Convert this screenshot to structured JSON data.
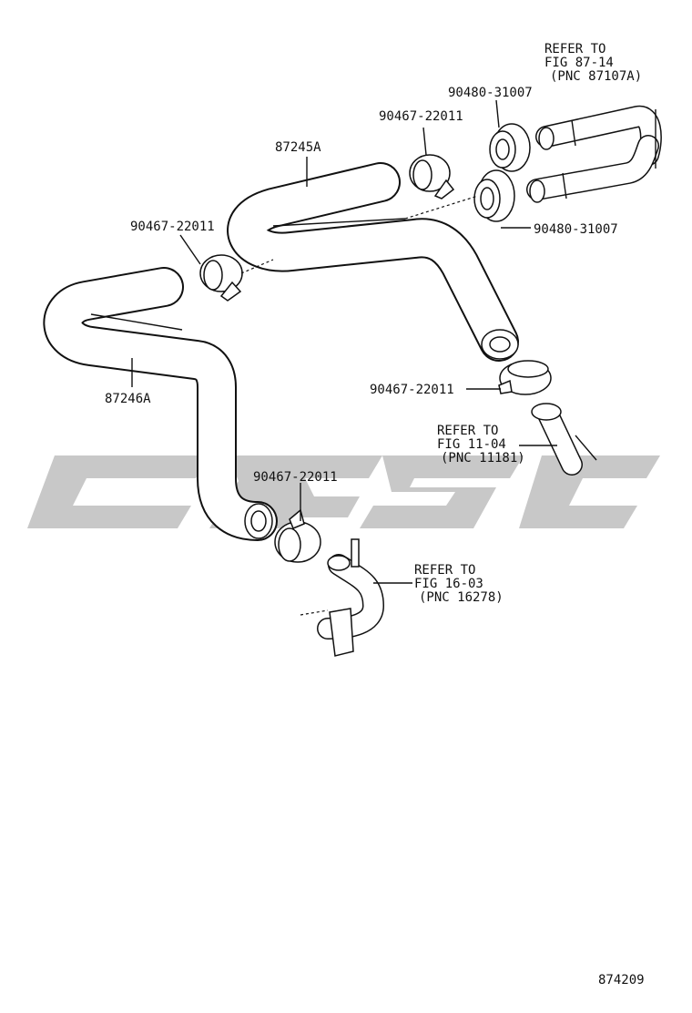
{
  "labels": {
    "hose_upper": "87245A",
    "hose_lower": "87246A",
    "clamp_top": "90467-22011",
    "clamp_left": "90467-22011",
    "clamp_right": "90467-22011",
    "clamp_bottom": "90467-22011",
    "grommet_top": "90480-31007",
    "grommet_bottom": "90480-31007"
  },
  "refs": {
    "fig87": [
      "REFER TO",
      "FIG 87-14",
      "(PNC 87107A)"
    ],
    "fig11": [
      "REFER TO",
      "FIG 11-04",
      "(PNC 11181)"
    ],
    "fig16": [
      "REFER TO",
      "FIG 16-03",
      "(PNC 16278)"
    ]
  },
  "footer": {
    "illustration_number": "874209"
  },
  "colors": {
    "line": "#111111",
    "watermark": "#c8c8c8"
  }
}
